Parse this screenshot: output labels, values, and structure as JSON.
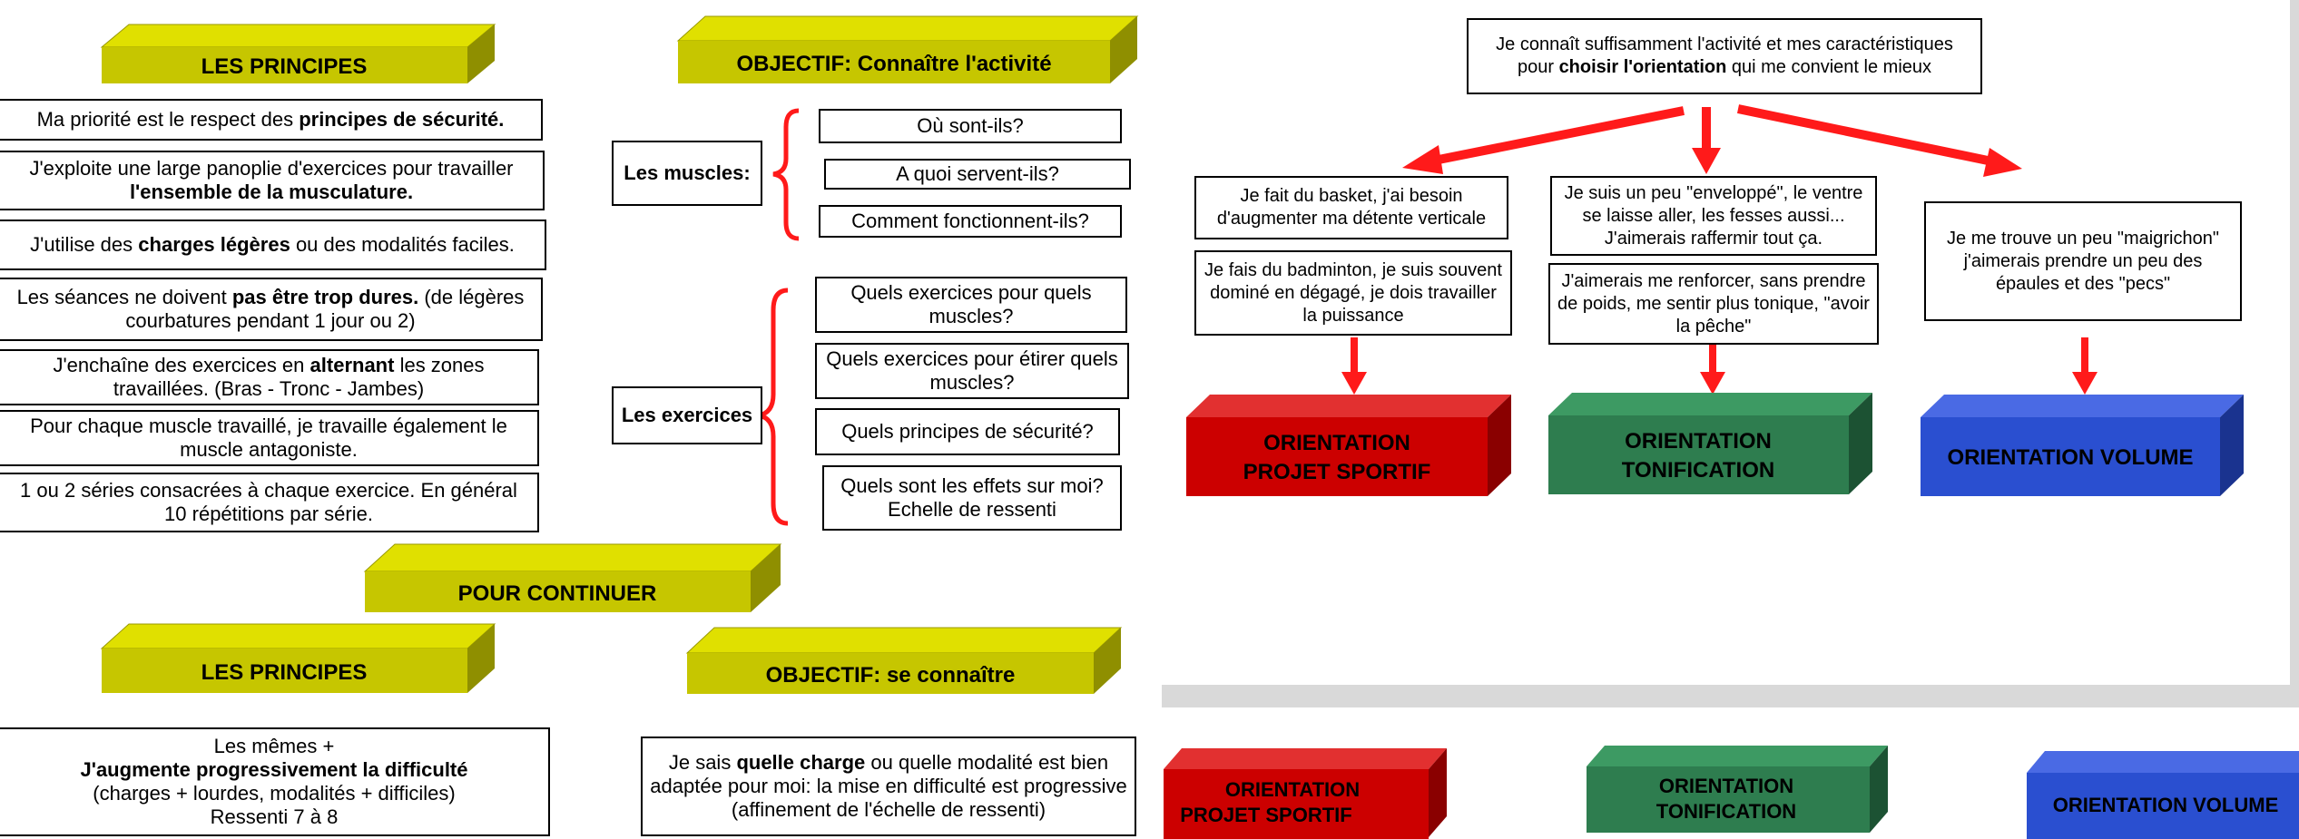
{
  "left": {
    "header_principes": "LES PRINCIPES",
    "header_objectif": "OBJECTIF: Connaître l'activité",
    "principles": [
      {
        "pre": "Ma priorité est le respect des ",
        "bold": "principes de sécurité.",
        "post": ""
      },
      {
        "pre": "J'exploite une large panoplie d'exercices pour travailler ",
        "bold": "l'ensemble de la musculature.",
        "post": ""
      },
      {
        "pre": "J'utilise des ",
        "bold": "charges légères",
        "post": " ou des modalités faciles."
      },
      {
        "pre": "Les séances ne doivent ",
        "bold": "pas être trop dures.",
        "post": " (de légères courbatures pendant 1 jour ou 2)"
      },
      {
        "pre": "J'enchaîne des exercices en ",
        "bold": "alternant",
        "post": " les zones travaillées. (Bras - Tronc - Jambes)"
      },
      {
        "pre": "Pour chaque muscle travaillé, je travaille également le muscle antagoniste.",
        "bold": "",
        "post": ""
      },
      {
        "pre": "1 ou 2 séries consacrées à chaque exercice. En général 10 répétitions par série.",
        "bold": "",
        "post": ""
      }
    ],
    "muscles_label": "Les muscles:",
    "muscles_items": [
      "Où sont-ils?",
      "A quoi servent-ils?",
      "Comment fonctionnent-ils?"
    ],
    "exercices_label": "Les exercices",
    "exercices_items": [
      "Quels exercices pour quels muscles?",
      "Quels exercices pour étirer quels muscles?",
      "Quels principes de sécurité?",
      "Quels sont les effets sur moi? Echelle de ressenti"
    ],
    "header_continuer": "POUR CONTINUER",
    "header_principes2": "LES PRINCIPES",
    "header_objectif2": "OBJECTIF: se connaître",
    "bottom_left": {
      "line1": "Les mêmes +",
      "bold": "J'augmente progressivement la difficulté",
      "line3": "(charges + lourdes, modalités + difficiles)",
      "line4": "Ressenti 7 à 8"
    },
    "bottom_right": {
      "pre": "Je sais ",
      "bold": "quelle charge",
      "post": " ou quelle modalité est bien adaptée pour moi: la mise en difficulté est progressive (affinement de l'échelle de ressenti)"
    }
  },
  "right": {
    "top": {
      "pre": "Je connaît suffisamment l'activité et mes caractéristiques pour ",
      "bold": "choisir l'orientation",
      "post": " qui me convient le mieux"
    },
    "col1": [
      "Je fait du basket, j'ai besoin d'augmenter ma détente verticale",
      "Je fais du badminton, je suis souvent dominé en dégagé, je dois travailler la puissance"
    ],
    "col2": [
      "Je suis un peu \"enveloppé\", le ventre se laisse aller, les fesses aussi... J'aimerais raffermir tout ça.",
      "J'aimerais me renforcer, sans prendre de poids, me sentir plus tonique, \"avoir la pêche\""
    ],
    "col3": [
      "Je me trouve un peu \"maigrichon\" j'aimerais prendre un peu des épaules et des \"pecs\""
    ],
    "orient1": [
      "ORIENTATION",
      "PROJET SPORTIF"
    ],
    "orient2": [
      "ORIENTATION",
      "TONIFICATION"
    ],
    "orient3": [
      "ORIENTATION VOLUME"
    ]
  },
  "colors": {
    "olive": "#c6c600",
    "red": "#cc0000",
    "green": "#2e7d4f",
    "blue": "#2a4fd0",
    "arrow": "#ff1a1a"
  }
}
